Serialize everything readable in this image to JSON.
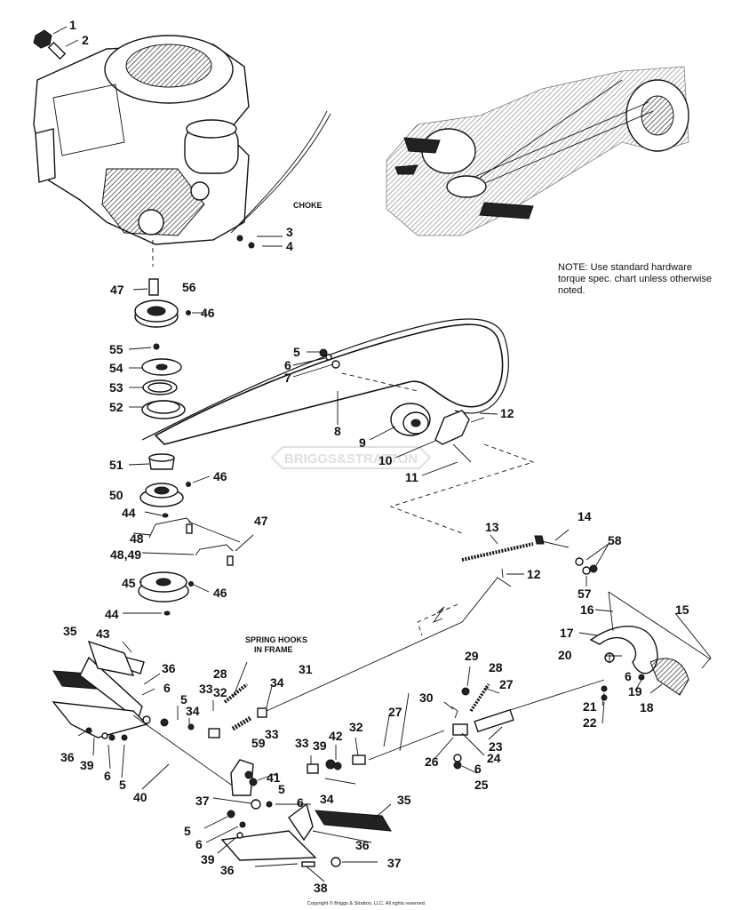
{
  "note": "NOTE: Use standard hardware torque spec. chart unless otherwise noted.",
  "callouts": {
    "choke": "CHOKE",
    "spring_hooks": "SPRING HOOKS IN FRAME",
    "spring_hooks_line1": "SPRING HOOKS",
    "spring_hooks_line2": "IN FRAME"
  },
  "watermark": "BRIGGS&STRATTON",
  "copyright": "Copyright © Briggs & Stratton, LLC. All rights reserved.",
  "labels": {
    "n1": "1",
    "n2": "2",
    "n3": "3",
    "n4": "4",
    "n5a": "5",
    "n6a": "6",
    "n7": "7",
    "n8": "8",
    "n9": "9",
    "n10": "10",
    "n11": "11",
    "n12a": "12",
    "n12b": "12",
    "n13": "13",
    "n14": "14",
    "n15": "15",
    "n16": "16",
    "n17": "17",
    "n18": "18",
    "n19": "19",
    "n20": "20",
    "n21": "21",
    "n22": "22",
    "n23": "23",
    "n24": "24",
    "n25": "25",
    "n26": "26",
    "n27a": "27",
    "n27b": "27",
    "n28a": "28",
    "n28b": "28",
    "n29": "29",
    "n30": "30",
    "n31": "31",
    "n32a": "32",
    "n32b": "32",
    "n33a": "33",
    "n33b": "33",
    "n33c": "33",
    "n34a": "34",
    "n34b": "34",
    "n34c": "34",
    "n35a": "35",
    "n35b": "35",
    "n36a": "36",
    "n36b": "36",
    "n36c": "36",
    "n36d": "36",
    "n37a": "37",
    "n37b": "37",
    "n38": "38",
    "n39a": "39",
    "n39b": "39",
    "n39c": "39",
    "n40": "40",
    "n41": "41",
    "n42": "42",
    "n43": "43",
    "n44a": "44",
    "n44b": "44",
    "n45": "45",
    "n46a": "46",
    "n46b": "46",
    "n46c": "46",
    "n47a": "47",
    "n47b": "47",
    "n48": "48",
    "n4849": "48,49",
    "n50": "50",
    "n51": "51",
    "n52": "52",
    "n53": "53",
    "n54": "54",
    "n55": "55",
    "n56": "56",
    "n57": "57",
    "n58": "58",
    "n59": "59",
    "n5b": "5",
    "n5c": "5",
    "n5d": "5",
    "n5e": "5",
    "n6b": "6",
    "n6c": "6",
    "n6d": "6",
    "n6e": "6",
    "n6f": "6",
    "n6g": "6"
  }
}
